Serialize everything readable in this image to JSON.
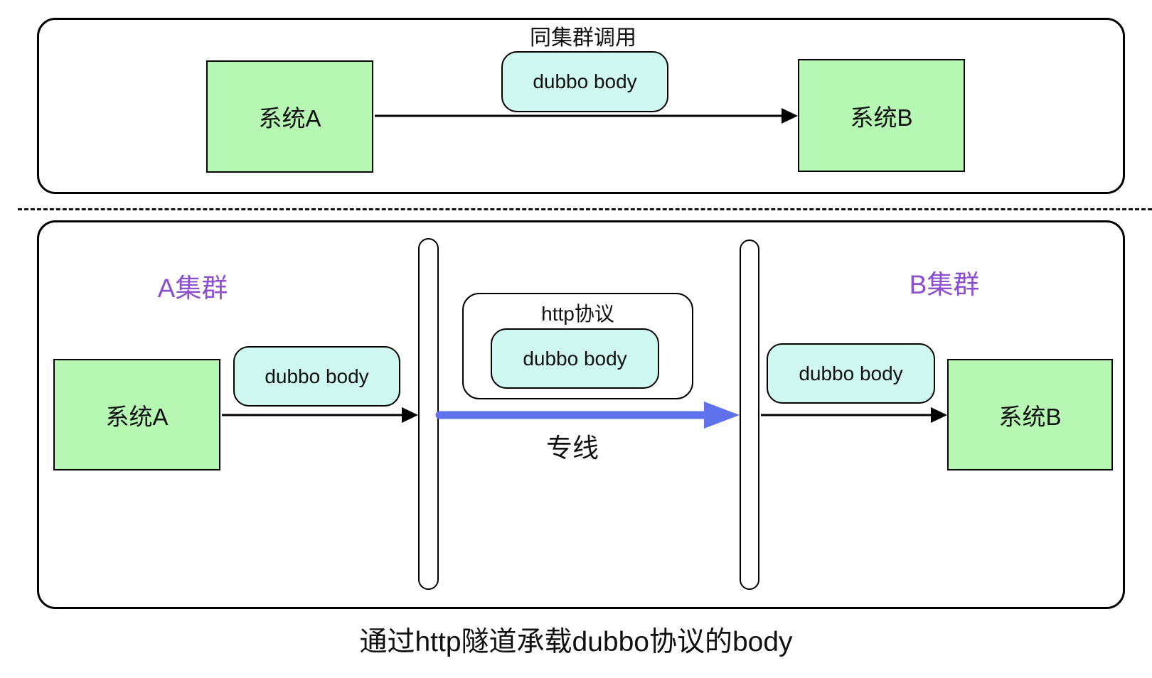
{
  "colors": {
    "green_fill": "#b5f7b3",
    "cyan_fill": "#cff8f0",
    "purple_label": "#8c4fd0",
    "blue_arrow": "#5f72ee",
    "stroke": "#000000"
  },
  "top_panel": {
    "title": "同集群调用",
    "system_a": "系统A",
    "dubbo_body": "dubbo body",
    "system_b": "系统B"
  },
  "bottom_panel": {
    "cluster_a_label": "A集群",
    "cluster_b_label": "B集群",
    "system_a": "系统A",
    "system_b": "系统B",
    "dubbo_body_left": "dubbo body",
    "dubbo_body_right": "dubbo body",
    "http_box": {
      "title": "http协议",
      "dubbo_body": "dubbo body"
    },
    "tunnel_label": "专线"
  },
  "caption": "通过http隧道承载dubbo协议的body"
}
